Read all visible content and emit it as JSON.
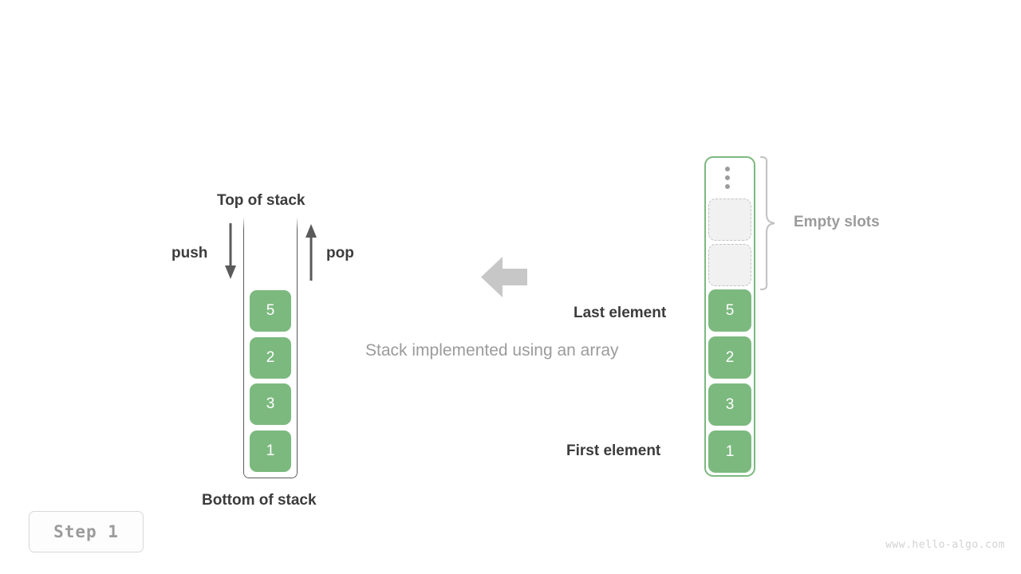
{
  "title": "Stack implemented using an array",
  "colors": {
    "element_green": "#7cb97f",
    "empty_slot_fill": "#f1f1f1",
    "empty_slot_border": "#c4c4c4",
    "dark_text": "#3c3c3c",
    "gray_text": "#9b9b9b",
    "arrow_gray": "#c7c7c7"
  },
  "left_stack": {
    "top_label": "Top of stack",
    "bottom_label": "Bottom of stack",
    "push_label": "push",
    "pop_label": "pop",
    "cells": [
      {
        "value": "5"
      },
      {
        "value": "2"
      },
      {
        "value": "3"
      },
      {
        "value": "1"
      }
    ]
  },
  "center": {
    "caption": "Stack implemented using an array",
    "arrow_direction": "left"
  },
  "right_array": {
    "empty_slots_label": "Empty slots",
    "last_element_label": "Last element",
    "first_element_label": "First element",
    "ellipsis": "⋮",
    "cells": [
      {
        "value": "",
        "state": "ellipsis"
      },
      {
        "value": "",
        "state": "empty"
      },
      {
        "value": "",
        "state": "empty"
      },
      {
        "value": "5",
        "state": "filled"
      },
      {
        "value": "2",
        "state": "filled"
      },
      {
        "value": "3",
        "state": "filled"
      },
      {
        "value": "1",
        "state": "filled"
      }
    ]
  },
  "footer": {
    "step_label": "Step  1",
    "watermark": "www.hello-algo.com"
  }
}
